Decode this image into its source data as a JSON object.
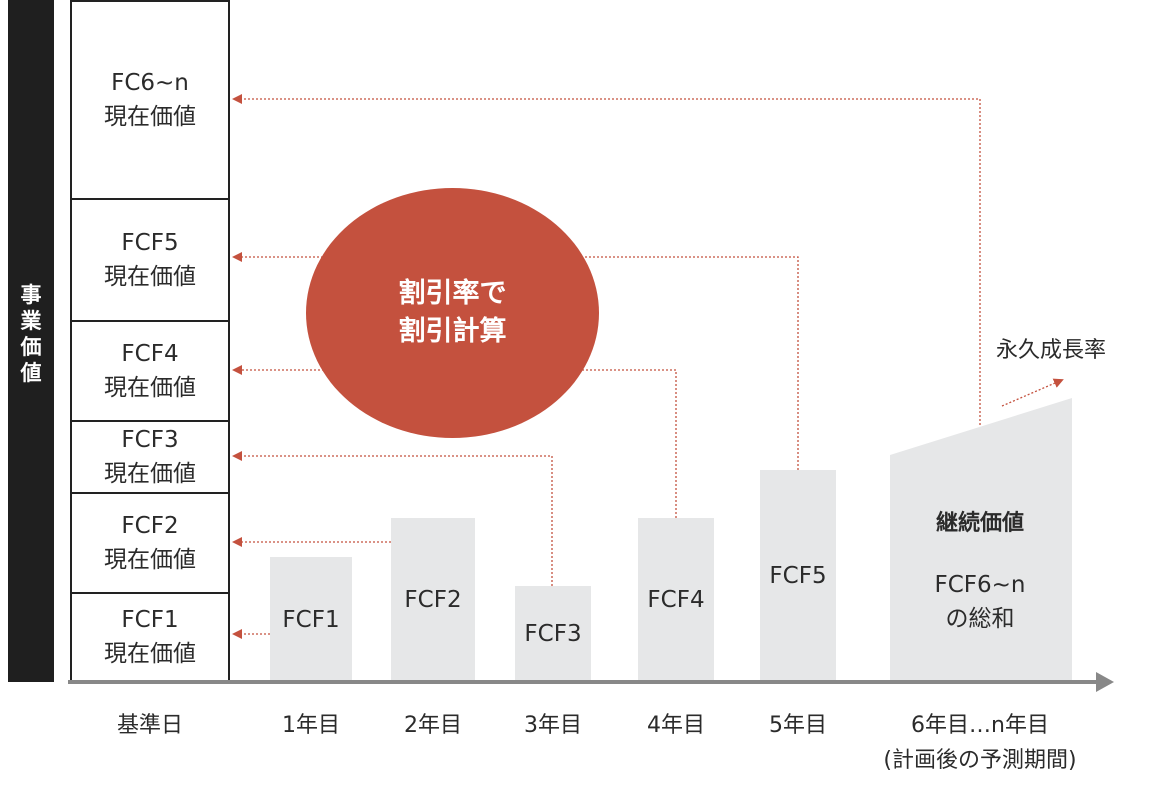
{
  "side_label": [
    "事",
    "業",
    "価",
    "値"
  ],
  "stack": [
    {
      "line1": "FC6~n",
      "line2": "現在価値"
    },
    {
      "line1": "FCF5",
      "line2": "現在価値"
    },
    {
      "line1": "FCF4",
      "line2": "現在価値"
    },
    {
      "line1": "FCF3",
      "line2": "現在価値"
    },
    {
      "line1": "FCF2",
      "line2": "現在価値"
    },
    {
      "line1": "FCF1",
      "line2": "現在価値"
    }
  ],
  "bars": [
    "FCF1",
    "FCF2",
    "FCF3",
    "FCF4",
    "FCF5"
  ],
  "terminal": {
    "title": "継続価値",
    "line1": "FCF6~n",
    "line2": "の総和"
  },
  "growth_label": "永久成長率",
  "circle": {
    "line1": "割引率で",
    "line2": "割引計算"
  },
  "axis": {
    "base": "基準日",
    "years": [
      "1年目",
      "2年目",
      "3年目",
      "4年目",
      "5年目"
    ],
    "last_line1": "6年目…n年目",
    "last_line2": "(計画後の予測期間)"
  },
  "colors": {
    "accent": "#c4513e",
    "bar": "#e6e7e8",
    "dark": "#1f1f1f",
    "axis": "#888888"
  }
}
